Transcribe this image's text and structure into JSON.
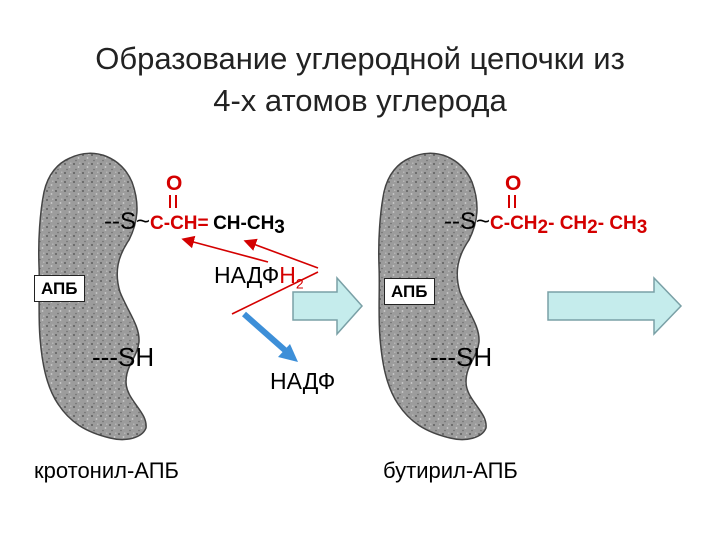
{
  "title_line1": "Образование углеродной цепочки из",
  "title_line2": "4-х атомов углерода",
  "left": {
    "oxygen": "O",
    "thioester": "--S~",
    "chain_red": "C-CH",
    "double_bond": "=",
    "chain_black": "CH-CH",
    "chain_black_sub": "3",
    "protein_label": "АПБ",
    "sh_group": "---SH",
    "caption": "кротонил-АПБ"
  },
  "reaction": {
    "reductant": "НАДФ",
    "reductant_h": "H",
    "reductant_sub": "2",
    "oxidized": "НАДФ"
  },
  "right": {
    "oxygen": "O",
    "thioester": "--S~",
    "chain_1": "C-CH",
    "chain_1_sub": "2",
    "chain_2": "- CH",
    "chain_2_sub": "2",
    "chain_3": "- CH",
    "chain_3_sub": "3",
    "protein_label": "АПБ",
    "sh_group": "---SH",
    "caption": "бутирил-АПБ"
  },
  "colors": {
    "red": "#d40000",
    "blob": "#9c9c9c",
    "arrow_fill": "#c5ecec",
    "blue_arrow": "#3d8fd8"
  }
}
